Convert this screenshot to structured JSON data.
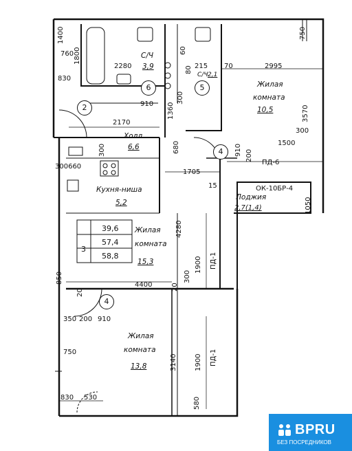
{
  "rooms": {
    "bathroom": {
      "name": "С/Ч",
      "area": "3,9"
    },
    "toilet": {
      "name": "С/Ч",
      "area": "2,1"
    },
    "hall": {
      "name": "Холл",
      "area": "6,6"
    },
    "kitchen": {
      "name": "Кухня-ниша",
      "area": "5,2"
    },
    "living_top_right": {
      "name_line1": "Жилая",
      "name_line2": "комната",
      "area": "10,5"
    },
    "living_mid": {
      "name_line1": "Жилая",
      "name_line2": "комната",
      "area": "15,3"
    },
    "living_bottom": {
      "name_line1": "Жилая",
      "name_line2": "комната",
      "area": "13,8"
    },
    "loggia": {
      "name": "Лоджия",
      "area": "2,7(1,4)"
    }
  },
  "summary": {
    "rooms_count": "3",
    "living_area": "39,6",
    "total_area": "57,4",
    "total_with_loggia": "58,8"
  },
  "markers": {
    "m1": "6",
    "m2": "5",
    "m3": "2",
    "m4": "4",
    "m5": "4"
  },
  "labels": {
    "door_pd6": "ПД-6",
    "window_ok": "ОК-10БР-4",
    "door_pd1_top": "ПД-1",
    "door_pd1_bottom": "ПД-1"
  },
  "dims": {
    "d1400": "1400",
    "d760": "760",
    "d1800": "1800",
    "d830a": "830",
    "d2280": "2280",
    "d910a": "910",
    "d215": "215",
    "d70": "70",
    "d2995": "2995",
    "d80": "80",
    "d60": "60",
    "d300a": "300",
    "d1360": "1360",
    "d3570": "3570",
    "d2170": "2170",
    "d300b": "300",
    "d1500": "1500",
    "d200": "200",
    "d910b": "910",
    "d680": "680",
    "d300c": "300",
    "d1705": "1705",
    "d15": "15",
    "d300660": "300660",
    "d1050": "1050",
    "d4280": "4280",
    "d1900a": "1900",
    "d300d": "300",
    "d20a": "20",
    "d4400": "4400",
    "d850": "850",
    "d20b": "20",
    "d350": "350",
    "d200b": "200",
    "d910c": "910",
    "d750a": "750",
    "d750b": "750",
    "d3140": "3140",
    "d1900b": "1900",
    "d830b": "830",
    "d530": "530",
    "d580": "580"
  },
  "badge": {
    "brand": "BPRU",
    "tagline": "БЕЗ ПОСРЕДНИКОВ"
  },
  "colors": {
    "line": "#111111",
    "badge": "#1a8fe0",
    "badge_text": "#ffffff"
  }
}
